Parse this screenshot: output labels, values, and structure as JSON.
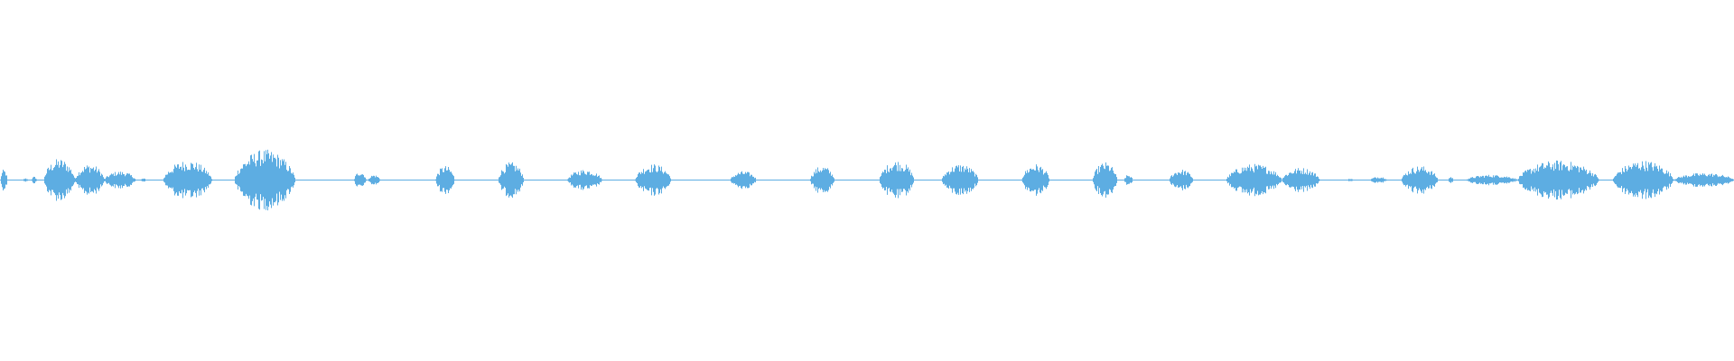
{
  "waveform": {
    "color": "#5dade2",
    "background": "#ffffff",
    "amplitude_scale": 1.0,
    "segments": [
      {
        "start": 0.0,
        "end": 0.004,
        "amp": 0.06
      },
      {
        "start": 0.013,
        "end": 0.016,
        "amp": 0.01
      },
      {
        "start": 0.018,
        "end": 0.021,
        "amp": 0.02
      },
      {
        "start": 0.025,
        "end": 0.043,
        "amp": 0.12
      },
      {
        "start": 0.043,
        "end": 0.06,
        "amp": 0.09
      },
      {
        "start": 0.06,
        "end": 0.078,
        "amp": 0.05
      },
      {
        "start": 0.081,
        "end": 0.084,
        "amp": 0.01
      },
      {
        "start": 0.094,
        "end": 0.122,
        "amp": 0.11
      },
      {
        "start": 0.135,
        "end": 0.17,
        "amp": 0.17
      },
      {
        "start": 0.204,
        "end": 0.211,
        "amp": 0.05
      },
      {
        "start": 0.212,
        "end": 0.219,
        "amp": 0.03
      },
      {
        "start": 0.251,
        "end": 0.262,
        "amp": 0.08
      },
      {
        "start": 0.287,
        "end": 0.302,
        "amp": 0.1
      },
      {
        "start": 0.327,
        "end": 0.347,
        "amp": 0.06
      },
      {
        "start": 0.366,
        "end": 0.387,
        "amp": 0.09
      },
      {
        "start": 0.421,
        "end": 0.436,
        "amp": 0.05
      },
      {
        "start": 0.467,
        "end": 0.481,
        "amp": 0.08
      },
      {
        "start": 0.507,
        "end": 0.527,
        "amp": 0.11
      },
      {
        "start": 0.543,
        "end": 0.564,
        "amp": 0.09
      },
      {
        "start": 0.589,
        "end": 0.605,
        "amp": 0.09
      },
      {
        "start": 0.63,
        "end": 0.644,
        "amp": 0.1
      },
      {
        "start": 0.648,
        "end": 0.653,
        "amp": 0.03
      },
      {
        "start": 0.674,
        "end": 0.688,
        "amp": 0.06
      },
      {
        "start": 0.707,
        "end": 0.739,
        "amp": 0.09
      },
      {
        "start": 0.739,
        "end": 0.761,
        "amp": 0.07
      },
      {
        "start": 0.777,
        "end": 0.78,
        "amp": 0.01
      },
      {
        "start": 0.79,
        "end": 0.8,
        "amp": 0.02
      },
      {
        "start": 0.808,
        "end": 0.829,
        "amp": 0.08
      },
      {
        "start": 0.835,
        "end": 0.838,
        "amp": 0.02
      },
      {
        "start": 0.845,
        "end": 0.875,
        "amp": 0.03
      },
      {
        "start": 0.875,
        "end": 0.922,
        "amp": 0.11
      },
      {
        "start": 0.93,
        "end": 0.965,
        "amp": 0.11
      },
      {
        "start": 0.965,
        "end": 1.0,
        "amp": 0.04
      }
    ]
  }
}
